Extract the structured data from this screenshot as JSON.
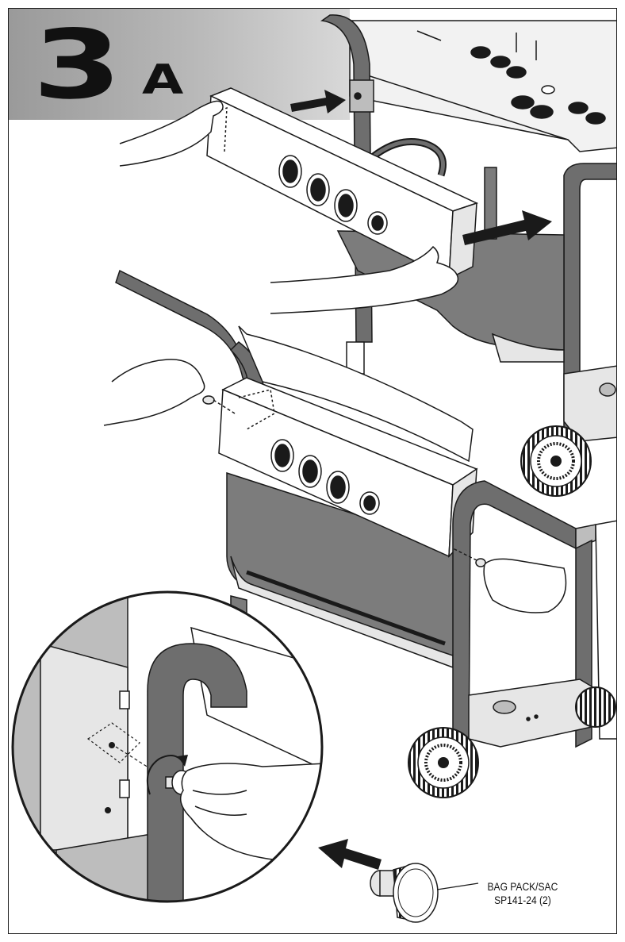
{
  "step": {
    "number": "3",
    "letter": "A"
  },
  "callout": {
    "line1": "BAG PACK/SAC",
    "line2": "SP141-24 (2)"
  },
  "colors": {
    "frame_tube": "#6e6e6e",
    "panel_light": "#e6e6e6",
    "panel_mid": "#bdbdbd",
    "shelf": "#7c7c7c",
    "ink": "#1a1a1a"
  },
  "icons": [
    "arrow-right-icon",
    "rotate-arrow-icon",
    "knob-icon",
    "wheel-icon",
    "hand-icon"
  ]
}
